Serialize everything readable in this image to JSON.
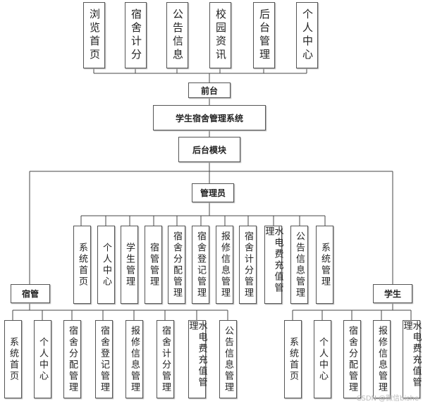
{
  "frontend_modules": [
    "浏览首页",
    "宿舍计分",
    "公告信息",
    "校园资讯",
    "后台管理",
    "个人中心"
  ],
  "frontend": "前台",
  "system": "学生宿舍管理系统",
  "backend": "后台模块",
  "admin": {
    "title": "管理员",
    "modules": [
      "系统首页",
      "个人中心",
      "学生管理",
      "宿管管理",
      "宿舍分配管理",
      "宿舍登记管理",
      "报修信息管理",
      "宿舍计分管理",
      "水电费充值管理",
      "公告信息管理",
      "系统管理"
    ]
  },
  "dorm_manager": {
    "title": "宿管",
    "modules": [
      "系统首页",
      "个人中心",
      "宿舍分配管理",
      "宿舍登记管理",
      "报修信息管理",
      "宿舍计分管理",
      "水电费充值管理",
      "公告信息管理"
    ]
  },
  "student": {
    "title": "学生",
    "modules": [
      "系统首页",
      "个人中心",
      "宿舍分配管理",
      "报修信息管理",
      "水电费充值管理"
    ]
  },
  "watermark": "CSDN @微信bishe"
}
